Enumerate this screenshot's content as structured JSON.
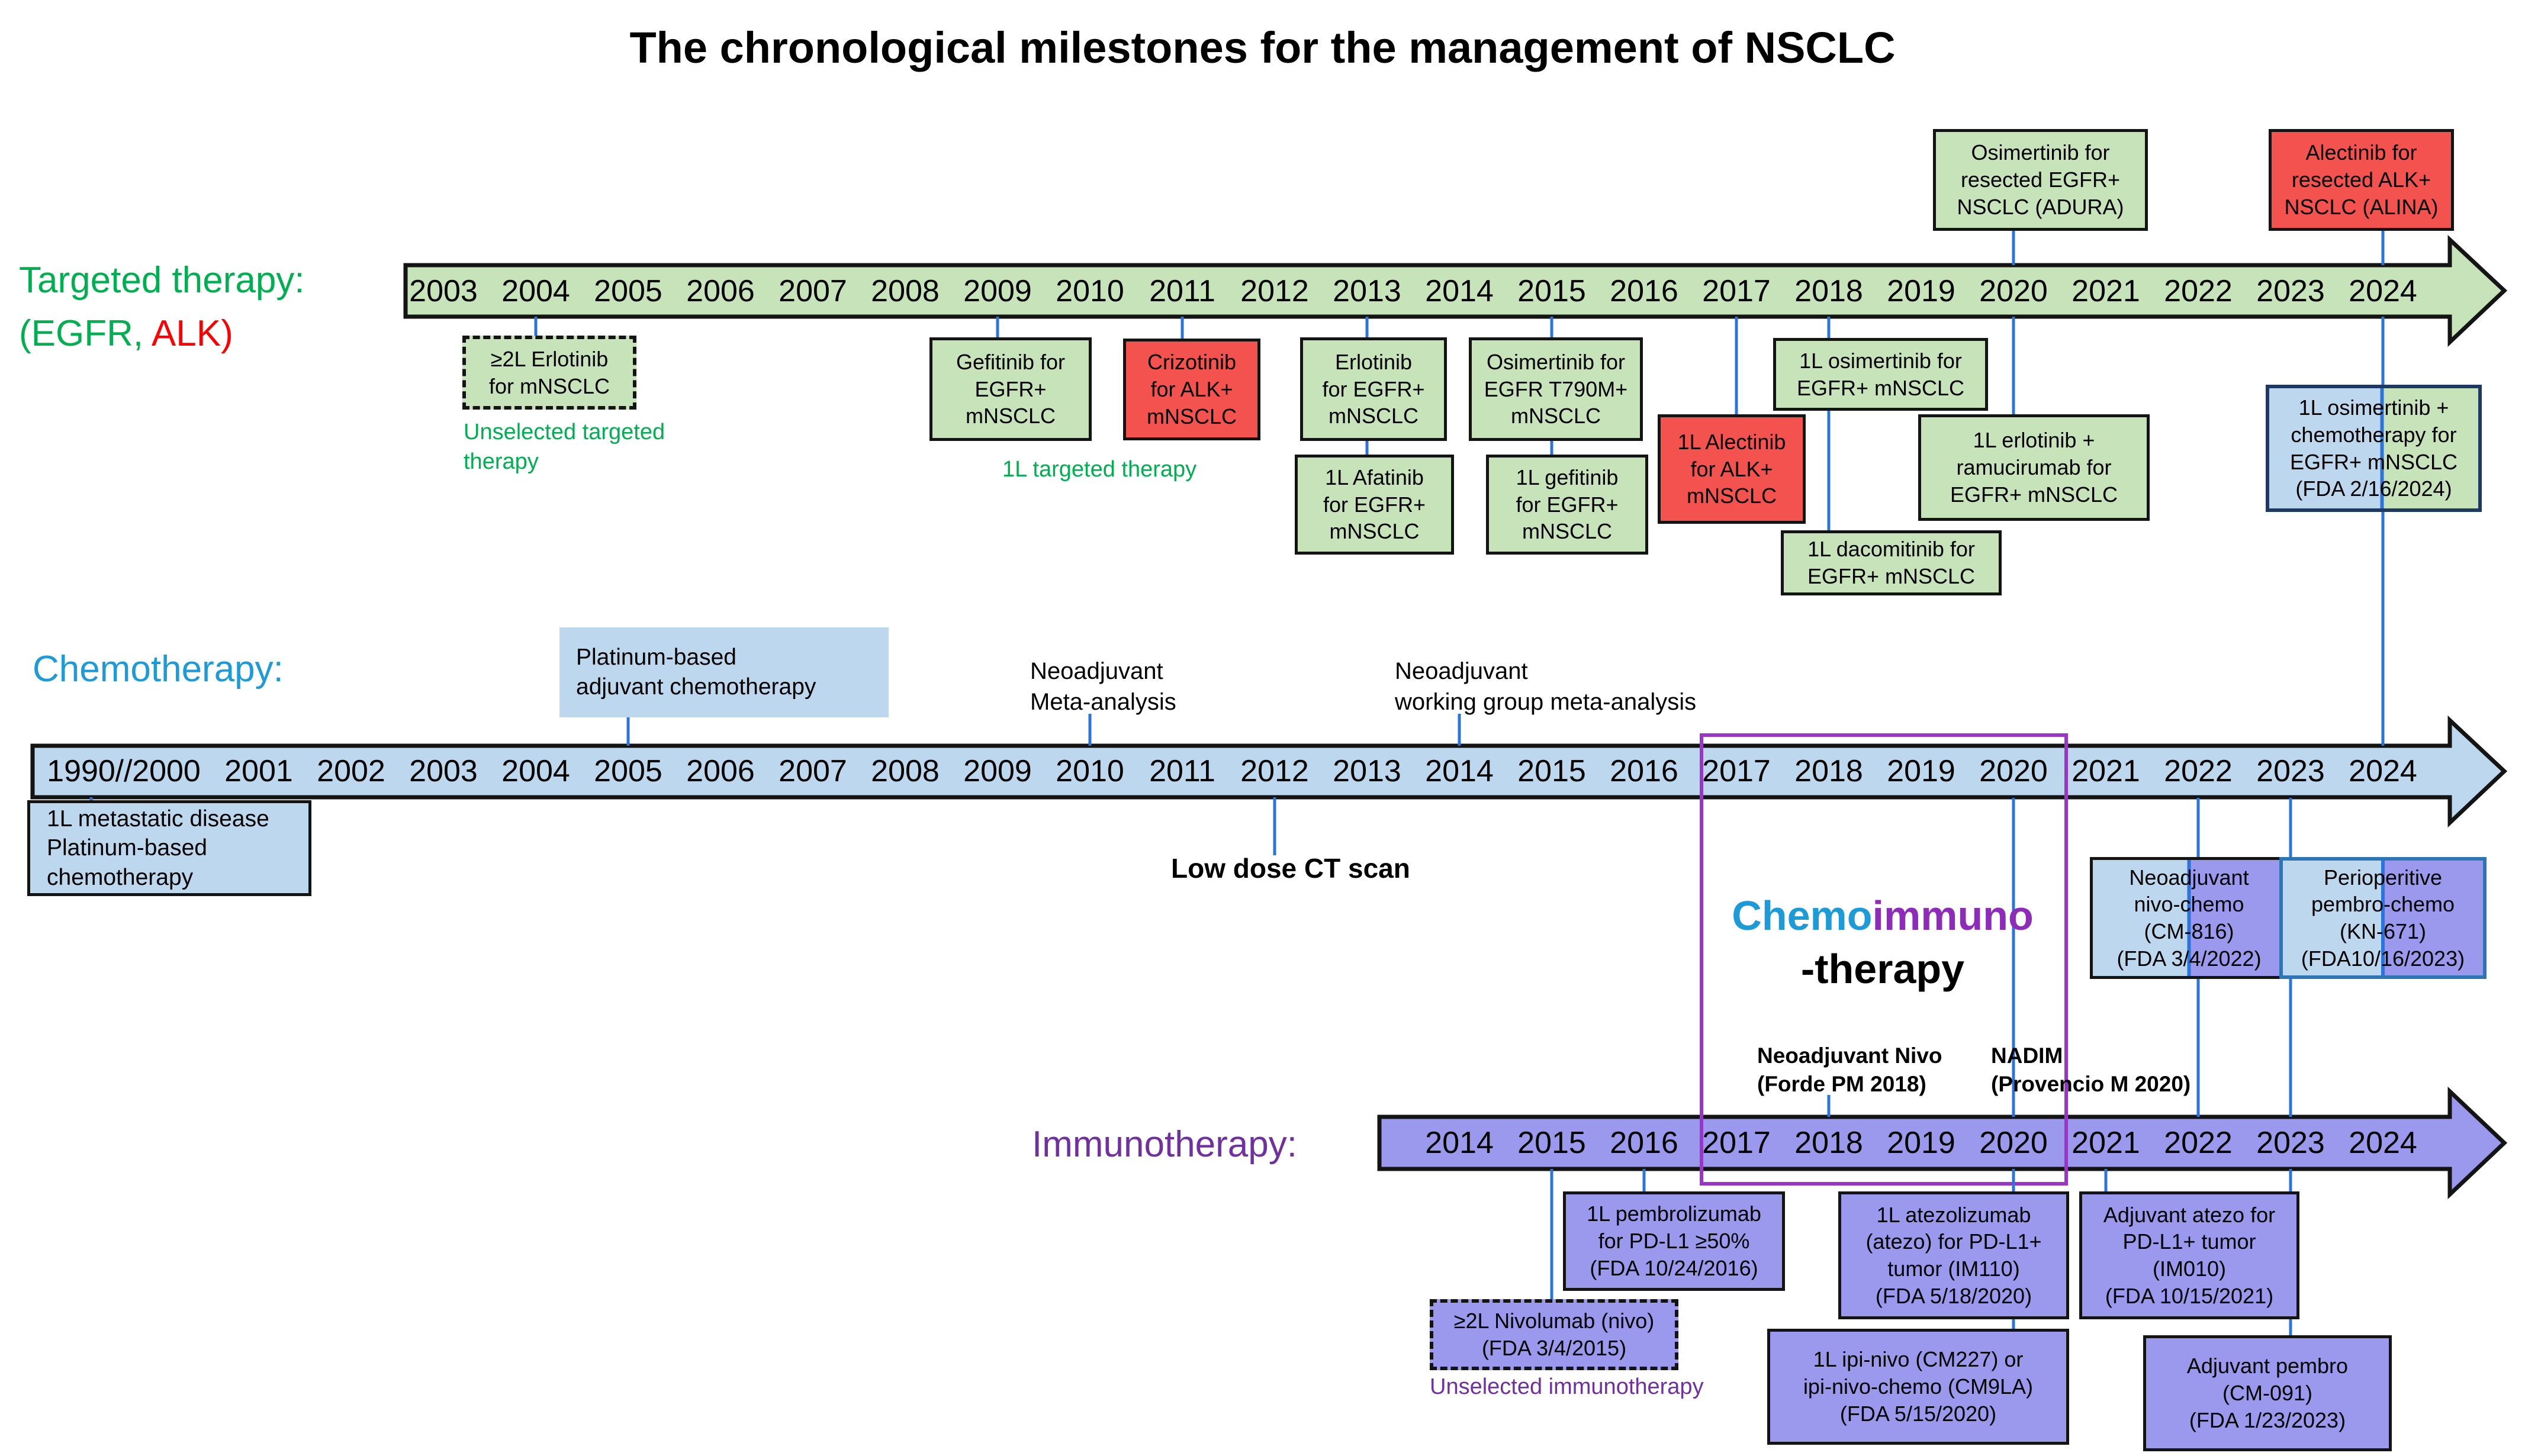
{
  "title": "The chronological milestones for the management of NSCLC",
  "colors": {
    "targeted_green": "#C7E3BA",
    "alk_red": "#F4524E",
    "chemo_blue": "#BDD7EE",
    "immuno_purple": "#9A99EE",
    "connector_blue": "#2B74DB",
    "chemoimmuno_outline": "#9B35C9",
    "label_green": "#00B050",
    "label_blue": "#1C9BD8",
    "label_purple": "#7030A0"
  },
  "targeted": {
    "label": "Targeted therapy:",
    "sublabel_green": "(EGFR,",
    "sublabel_red": "ALK)",
    "years": [
      "2003",
      "2004",
      "2005",
      "2006",
      "2007",
      "2008",
      "2009",
      "2010",
      "2011",
      "2012",
      "2013",
      "2014",
      "2015",
      "2016",
      "2017",
      "2018",
      "2019",
      "2020",
      "2021",
      "2022",
      "2023",
      "2024"
    ],
    "boxes": [
      {
        "id": "adura",
        "style": "green",
        "lines": [
          "Osimertinib for",
          "resected EGFR+",
          "NSCLC (ADURA)"
        ]
      },
      {
        "id": "alina",
        "style": "red",
        "lines": [
          "Alectinib for",
          "resected ALK+",
          "NSCLC (ALINA)"
        ]
      },
      {
        "id": "erlotinib-2l",
        "style": "green-dashed",
        "lines": [
          "≥2L Erlotinib",
          "for mNSCLC"
        ]
      },
      {
        "id": "gefitinib",
        "style": "green",
        "lines": [
          "Gefitinib for",
          "EGFR+",
          "mNSCLC"
        ]
      },
      {
        "id": "crizotinib",
        "style": "red",
        "lines": [
          "Crizotinib",
          "for ALK+",
          "mNSCLC"
        ]
      },
      {
        "id": "erlotinib",
        "style": "green",
        "lines": [
          "Erlotinib",
          "for EGFR+",
          "mNSCLC"
        ]
      },
      {
        "id": "osimertinib-t790m",
        "style": "green",
        "lines": [
          "Osimertinib for",
          "EGFR T790M+",
          "mNSCLC"
        ]
      },
      {
        "id": "afatinib",
        "style": "green",
        "lines": [
          "1L Afatinib",
          "for EGFR+",
          "mNSCLC"
        ]
      },
      {
        "id": "gefitinib-1l",
        "style": "green",
        "lines": [
          "1L gefitinib",
          "for EGFR+",
          "mNSCLC"
        ]
      },
      {
        "id": "alectinib-1l",
        "style": "red",
        "lines": [
          "1L Alectinib",
          "for ALK+",
          "mNSCLC"
        ]
      },
      {
        "id": "osimertinib-1l",
        "style": "green",
        "lines": [
          "1L osimertinib for",
          "EGFR+ mNSCLC"
        ]
      },
      {
        "id": "erlotinib-ram",
        "style": "green",
        "lines": [
          "1L erlotinib +",
          "ramucirumab for",
          "EGFR+ mNSCLC"
        ]
      },
      {
        "id": "dacomitinib",
        "style": "green",
        "lines": [
          "1L dacomitinib for",
          "EGFR+ mNSCLC"
        ]
      },
      {
        "id": "osi-chemo",
        "style": "split-chemo-targeted",
        "lines": [
          "1L osimertinib +",
          "chemotherapy for",
          "EGFR+ mNSCLC",
          "(FDA 2/16/2024)"
        ]
      }
    ],
    "captions": [
      {
        "id": "unselected-targeted",
        "text": "Unselected targeted\ntherapy"
      },
      {
        "id": "1l-targeted",
        "text": "1L targeted therapy"
      }
    ]
  },
  "chemo": {
    "label": "Chemotherapy:",
    "years": [
      "1990",
      "//",
      "2000",
      "2001",
      "2002",
      "2003",
      "2004",
      "2005",
      "2006",
      "2007",
      "2008",
      "2009",
      "2010",
      "2011",
      "2012",
      "2013",
      "2014",
      "2015",
      "2016",
      "2017",
      "2018",
      "2019",
      "2020",
      "2021",
      "2022",
      "2023",
      "2024"
    ],
    "boxes": [
      {
        "id": "plat-adj",
        "style": "blue-plain",
        "lines": [
          "Platinum-based",
          "adjuvant chemotherapy"
        ]
      },
      {
        "id": "metastatic",
        "style": "blue-left",
        "lines": [
          "1L metastatic disease",
          "Platinum-based",
          "chemotherapy"
        ]
      },
      {
        "id": "cm816",
        "style": "split-chemo-immuno",
        "lines": [
          "Neoadjuvant",
          "nivo-chemo",
          "(CM-816)",
          "(FDA 3/4/2022)"
        ]
      },
      {
        "id": "kn671",
        "style": "split-chemo-immuno-blueborder",
        "lines": [
          "Perioperitive",
          "pembro-chemo",
          "(KN-671)",
          "(FDA10/16/2023)"
        ]
      }
    ],
    "annotations": [
      {
        "id": "neo-meta",
        "bold": false,
        "lines": [
          "Neoadjuvant",
          "Meta-analysis"
        ]
      },
      {
        "id": "neo-wg",
        "bold": false,
        "lines": [
          "Neoadjuvant",
          "working group meta-analysis"
        ]
      },
      {
        "id": "ct-scan",
        "bold": true,
        "lines": [
          "Low dose CT scan"
        ]
      }
    ]
  },
  "immuno": {
    "label": "Immunotherapy:",
    "years": [
      "2014",
      "2015",
      "2016",
      "2017",
      "2018",
      "2019",
      "2020",
      "2021",
      "2022",
      "2023",
      "2024"
    ],
    "boxes": [
      {
        "id": "nivo-2l",
        "style": "purple-dashed",
        "lines": [
          "≥2L Nivolumab (nivo)",
          "(FDA 3/4/2015)"
        ]
      },
      {
        "id": "pembro-1l",
        "style": "purple",
        "lines": [
          "1L pembrolizumab",
          "for PD-L1 ≥50%",
          "(FDA 10/24/2016)"
        ]
      },
      {
        "id": "atezo-1l",
        "style": "purple",
        "lines": [
          "1L atezolizumab",
          "(atezo) for PD-L1+",
          "tumor (IM110)",
          "(FDA 5/18/2020)"
        ]
      },
      {
        "id": "adj-atezo",
        "style": "purple",
        "lines": [
          "Adjuvant atezo for",
          "PD-L1+ tumor",
          "(IM010)",
          "(FDA 10/15/2021)"
        ]
      },
      {
        "id": "ipi-nivo",
        "style": "purple",
        "lines": [
          "1L ipi-nivo (CM227) or",
          "ipi-nivo-chemo (CM9LA)",
          "(FDA 5/15/2020)"
        ]
      },
      {
        "id": "adj-pembro",
        "style": "purple",
        "lines": [
          "Adjuvant pembro",
          "(CM-091)",
          "(FDA 1/23/2023)"
        ]
      }
    ],
    "annotations": [
      {
        "id": "forde",
        "bold": true,
        "lines": [
          "Neoadjuvant Nivo",
          "(Forde PM  2018)"
        ]
      },
      {
        "id": "nadim",
        "bold": true,
        "lines": [
          "NADIM",
          "(Provencio M 2020)"
        ]
      }
    ],
    "captions": [
      {
        "id": "unselected-immuno",
        "text": "Unselected immunotherapy"
      }
    ]
  },
  "chemoimmuno": {
    "part_chemo": "Chemo",
    "part_immuno": "immuno",
    "part_therapy": "-therapy"
  }
}
